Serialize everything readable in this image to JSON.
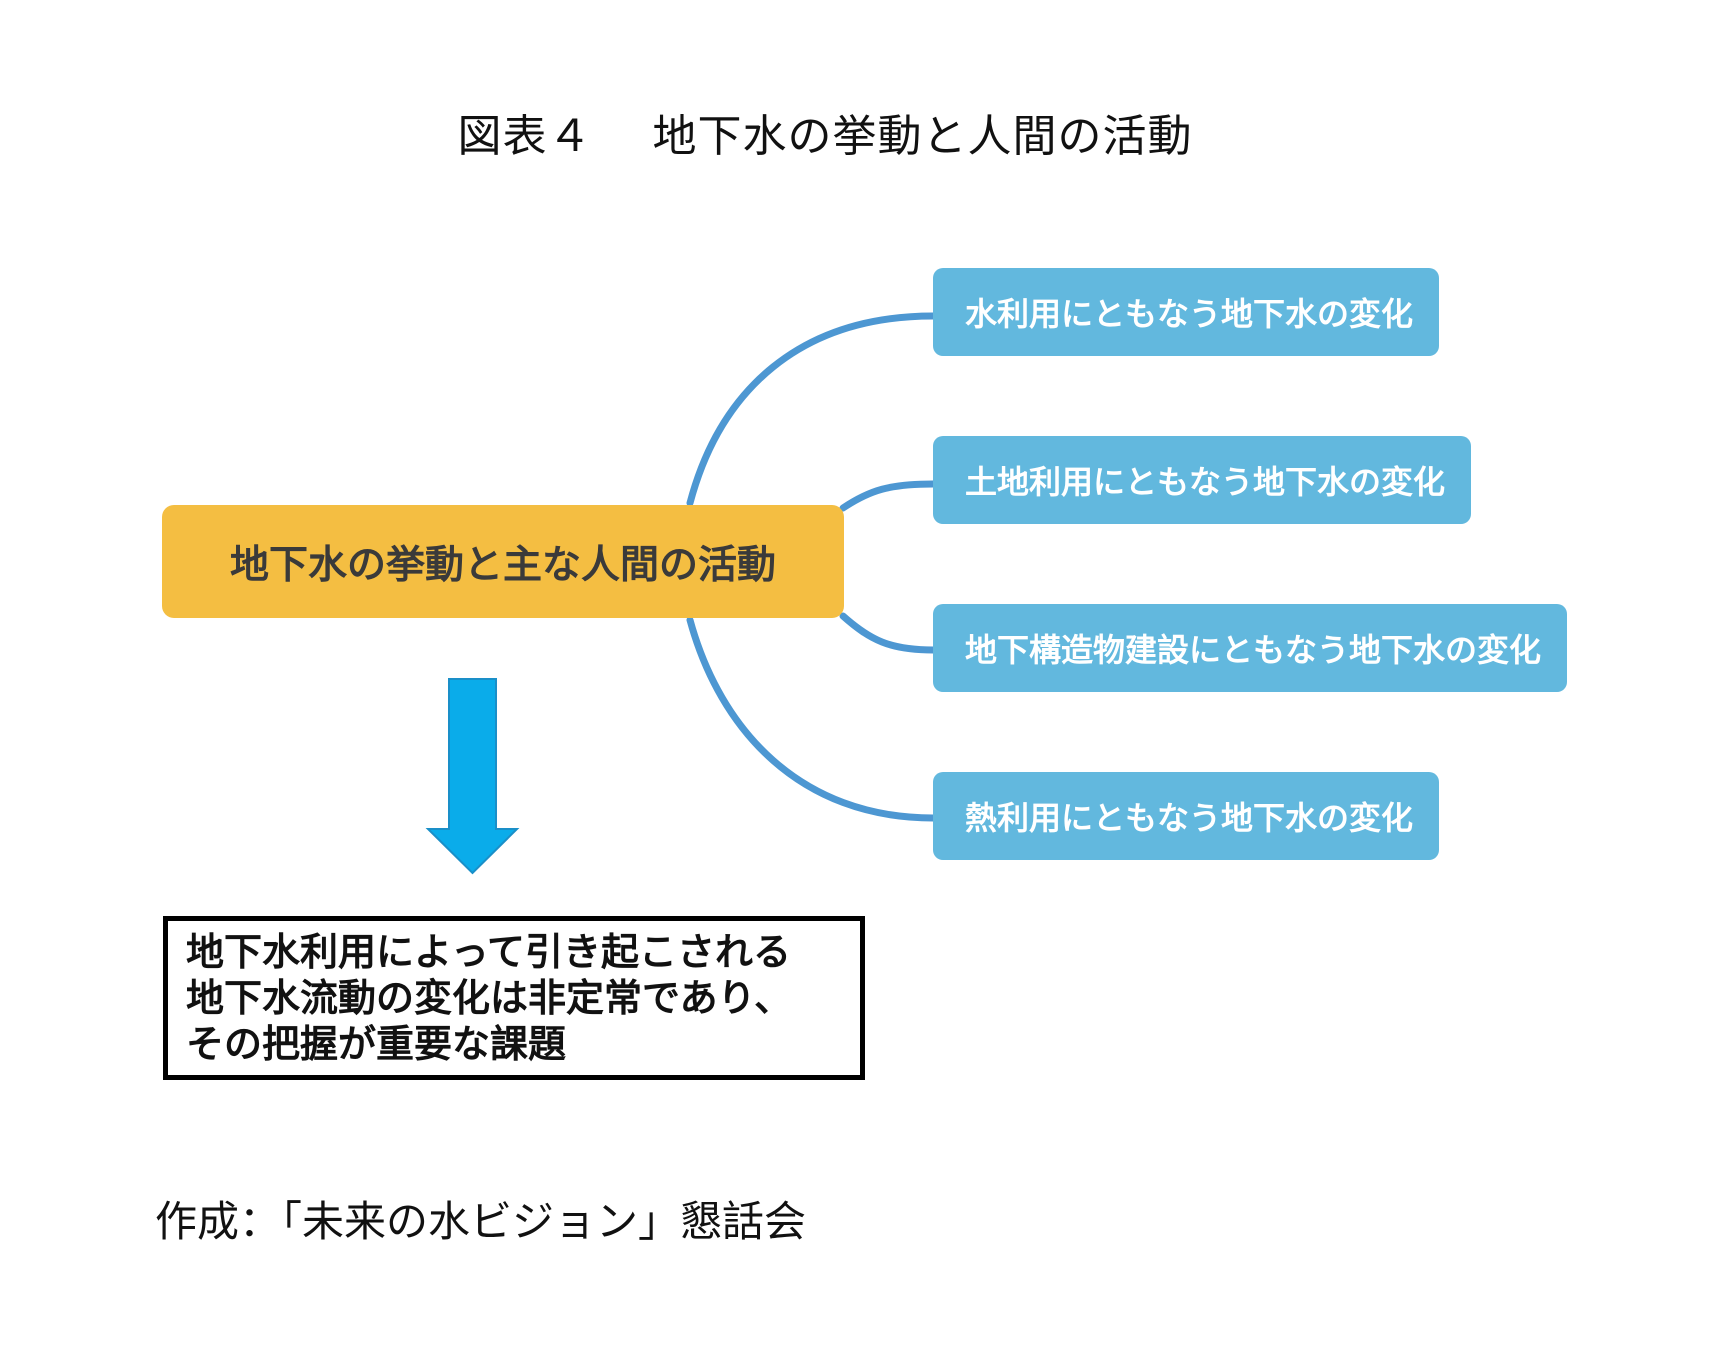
{
  "figure": {
    "title": "図表４　 地下水の挙動と人間の活動"
  },
  "central_node": {
    "label": "地下水の挙動と主な人間の活動"
  },
  "branches": [
    {
      "label": "水利用にともなう地下水の変化"
    },
    {
      "label": "土地利用にともなう地下水の変化"
    },
    {
      "label": "地下構造物建設にともなう地下水の変化"
    },
    {
      "label": "熱利用にともなう地下水の変化"
    }
  ],
  "conclusion": {
    "lines": [
      "地下水利用によって引き起こされる",
      "地下水流動の変化は非定常であり、",
      "その把握が重要な課題"
    ]
  },
  "source": {
    "text": "作成：「未来の水ビジョン」懇話会"
  },
  "colors": {
    "central_fill": "#F4BE42",
    "branch_fill": "#62B8DE",
    "connector": "#4D97D2",
    "arrow": "#0AACEA"
  }
}
